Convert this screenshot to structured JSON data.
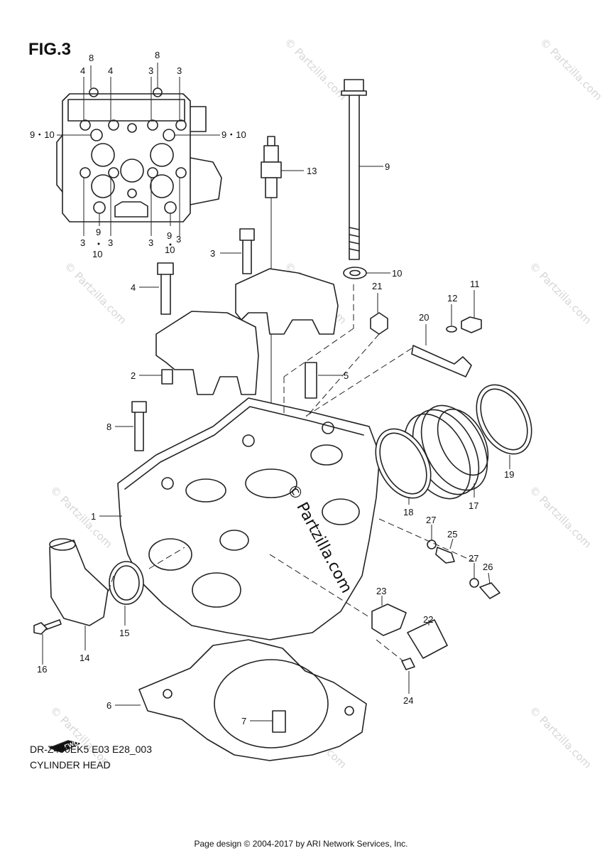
{
  "figure": {
    "title": "FIG.3",
    "model_code": "DR-Z400EK5 E03 E28_003",
    "sheet_title": "CYLINDER HEAD",
    "footer": "Page design © 2004-2017 by ARI Network Services, Inc.",
    "watermark_main": "© Partzilla.com",
    "watermark_faint": "© Partzilla.com",
    "fwd_label": "FWD"
  },
  "inset_callouts": [
    {
      "id": "i8a",
      "text": "8"
    },
    {
      "id": "i4a",
      "text": "4"
    },
    {
      "id": "i4b",
      "text": "4"
    },
    {
      "id": "i8b",
      "text": "8"
    },
    {
      "id": "i3a",
      "text": "3"
    },
    {
      "id": "i3b",
      "text": "3"
    },
    {
      "id": "i910a",
      "text": "9・10"
    },
    {
      "id": "i910b",
      "text": "9・10"
    },
    {
      "id": "i3c",
      "text": "3"
    },
    {
      "id": "i9a",
      "text": "9"
    },
    {
      "id": "i3d",
      "text": "3"
    },
    {
      "id": "i3e",
      "text": "3"
    },
    {
      "id": "i9b",
      "text": "9"
    },
    {
      "id": "i3f",
      "text": "3"
    },
    {
      "id": "i10a",
      "text": "10"
    },
    {
      "id": "i10b",
      "text": "10"
    }
  ],
  "callouts": [
    {
      "id": "c1",
      "text": "1"
    },
    {
      "id": "c2",
      "text": "2"
    },
    {
      "id": "c3",
      "text": "3"
    },
    {
      "id": "c4",
      "text": "4"
    },
    {
      "id": "c5",
      "text": "5"
    },
    {
      "id": "c6",
      "text": "6"
    },
    {
      "id": "c7",
      "text": "7"
    },
    {
      "id": "c8",
      "text": "8"
    },
    {
      "id": "c9",
      "text": "9"
    },
    {
      "id": "c10",
      "text": "10"
    },
    {
      "id": "c11",
      "text": "11"
    },
    {
      "id": "c12",
      "text": "12"
    },
    {
      "id": "c13",
      "text": "13"
    },
    {
      "id": "c14",
      "text": "14"
    },
    {
      "id": "c15",
      "text": "15"
    },
    {
      "id": "c16",
      "text": "16"
    },
    {
      "id": "c17",
      "text": "17"
    },
    {
      "id": "c18",
      "text": "18"
    },
    {
      "id": "c19",
      "text": "19"
    },
    {
      "id": "c20",
      "text": "20"
    },
    {
      "id": "c21",
      "text": "21"
    },
    {
      "id": "c22",
      "text": "22"
    },
    {
      "id": "c23",
      "text": "23"
    },
    {
      "id": "c24",
      "text": "24"
    },
    {
      "id": "c25",
      "text": "25"
    },
    {
      "id": "c26",
      "text": "26"
    },
    {
      "id": "c27a",
      "text": "27"
    },
    {
      "id": "c27b",
      "text": "27"
    }
  ]
}
